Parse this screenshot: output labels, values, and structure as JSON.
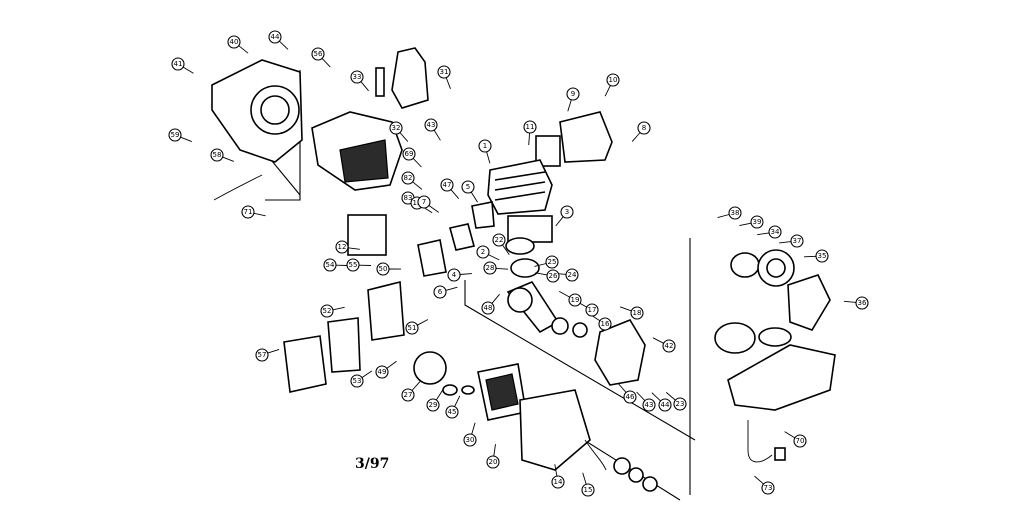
{
  "diagram": {
    "date_code": "3/97",
    "callouts": [
      "41",
      "40",
      "44",
      "56",
      "59",
      "58",
      "33",
      "31",
      "32",
      "43",
      "69",
      "71",
      "9",
      "10",
      "11",
      "8",
      "1",
      "82",
      "83",
      "13",
      "47",
      "7",
      "5",
      "3",
      "12",
      "22",
      "2",
      "4",
      "6",
      "28",
      "38",
      "39",
      "34",
      "37",
      "35",
      "36",
      "54",
      "55",
      "50",
      "25",
      "26",
      "24",
      "48",
      "19",
      "17",
      "52",
      "51",
      "18",
      "16",
      "57",
      "53",
      "49",
      "42",
      "43",
      "44",
      "46",
      "27",
      "29",
      "30",
      "45",
      "23",
      "20",
      "14",
      "15",
      "73",
      "70"
    ]
  },
  "colors": {
    "line": "#000000",
    "background": "#ffffff"
  }
}
